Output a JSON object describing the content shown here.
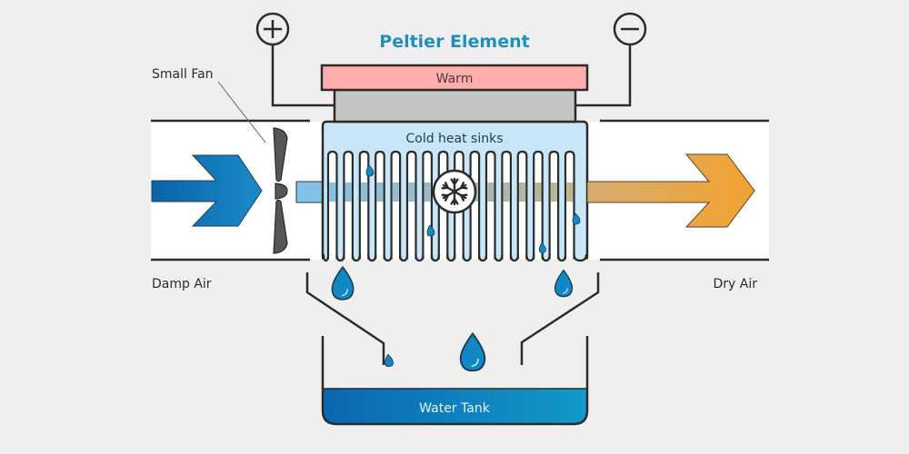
{
  "title": "Peltier Element",
  "labels": {
    "warm": "Warm",
    "cold_heat_sinks": "Cold heat sinks",
    "small_fan": "Small Fan",
    "damp_air": "Damp Air",
    "dry_air": "Dry Air",
    "water_tank": "Water Tank"
  },
  "terminals": {
    "positive_symbol": "+",
    "negative_symbol": "−"
  },
  "icons": {
    "cooling": "snowflake-icon",
    "airflow_in": "arrow-right-icon",
    "airflow_out": "arrow-right-icon",
    "droplet": "water-drop-icon",
    "fan": "fan-icon"
  },
  "colors": {
    "background": "#efefef",
    "title": "#1f8fc0",
    "warm_plate": "#ffadad",
    "ceramic_plate": "#c4c4c4",
    "heat_sink": "#c8e6f8",
    "outline": "#2b2b2b",
    "damp_arrow_start": "#0b62a8",
    "damp_arrow_end": "#1a8cc6",
    "dry_arrow_start": "#c9b489",
    "dry_arrow_end": "#f0a234",
    "water": "#1188c4",
    "tank_water_start": "#0a6cb4",
    "tank_water_end": "#1296c8",
    "fan_blade": "#555555"
  }
}
